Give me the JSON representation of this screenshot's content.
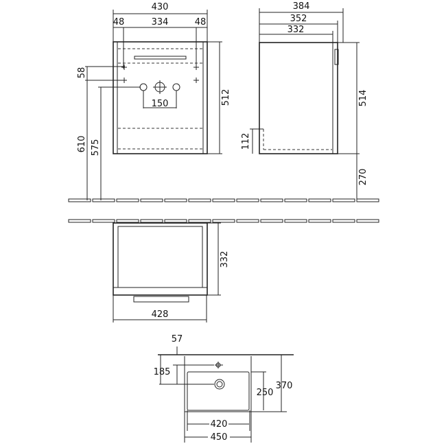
{
  "front_view": {
    "width": "430",
    "side_left": "48",
    "inner": "334",
    "side_right": "48",
    "height": "512",
    "hole_spacing": "58",
    "mount_height": "610",
    "outlet_height": "575",
    "tap_spacing": "150"
  },
  "side_view": {
    "depth_total": "384",
    "depth_mid": "352",
    "depth_body": "332",
    "height": "514",
    "floor_gap": "270",
    "plinth": "112"
  },
  "top_view": {
    "depth": "332",
    "width": "428"
  },
  "basin": {
    "tap_offset": "57",
    "drain_offset": "185",
    "bowl_depth": "250",
    "total_depth": "370",
    "bowl_width": "420",
    "total_width": "450"
  }
}
